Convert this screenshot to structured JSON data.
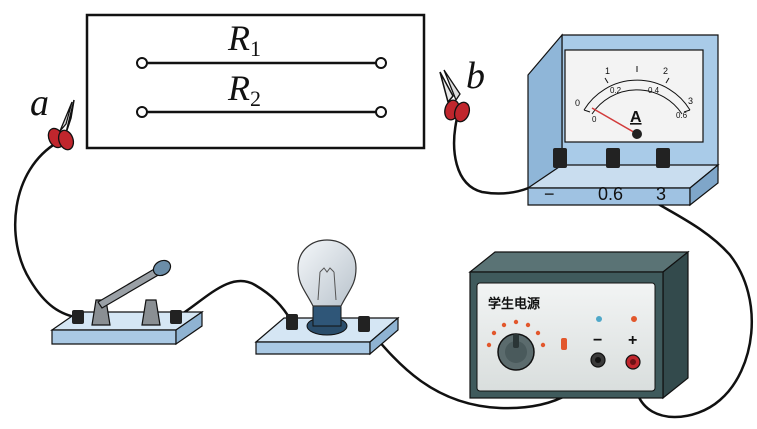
{
  "resistor_board": {
    "r1_symbol": "R",
    "r1_subscript": "1",
    "r2_symbol": "R",
    "r2_subscript": "2"
  },
  "clips": {
    "a_label": "a",
    "b_label": "b",
    "clip_color": "#c0262d"
  },
  "ammeter": {
    "unit_label": "A",
    "scale_outer_ticks": [
      "0",
      "1",
      "2",
      "3"
    ],
    "scale_inner_ticks": [
      "0",
      "0.2",
      "0.4",
      "0.6"
    ],
    "terminal_labels": [
      "−",
      "0.6",
      "3"
    ],
    "body_color": "#a9cbe8"
  },
  "power_supply": {
    "title": "学生电源",
    "minus_label": "−",
    "plus_label": "+",
    "body_color": "#3f5a5c"
  },
  "colors": {
    "wire": "#111111",
    "base_plate": "#c9ddef"
  }
}
